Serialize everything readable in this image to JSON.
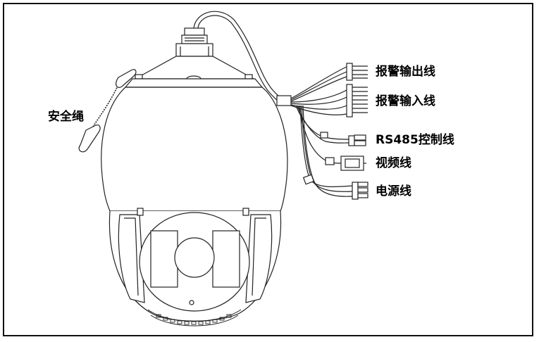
{
  "labels": {
    "safety_rope": "安全绳",
    "alarm_output": "报警输出线",
    "alarm_input": "报警输入线",
    "rs485": "RS485控制线",
    "video": "视频线",
    "power": "电源线"
  }
}
